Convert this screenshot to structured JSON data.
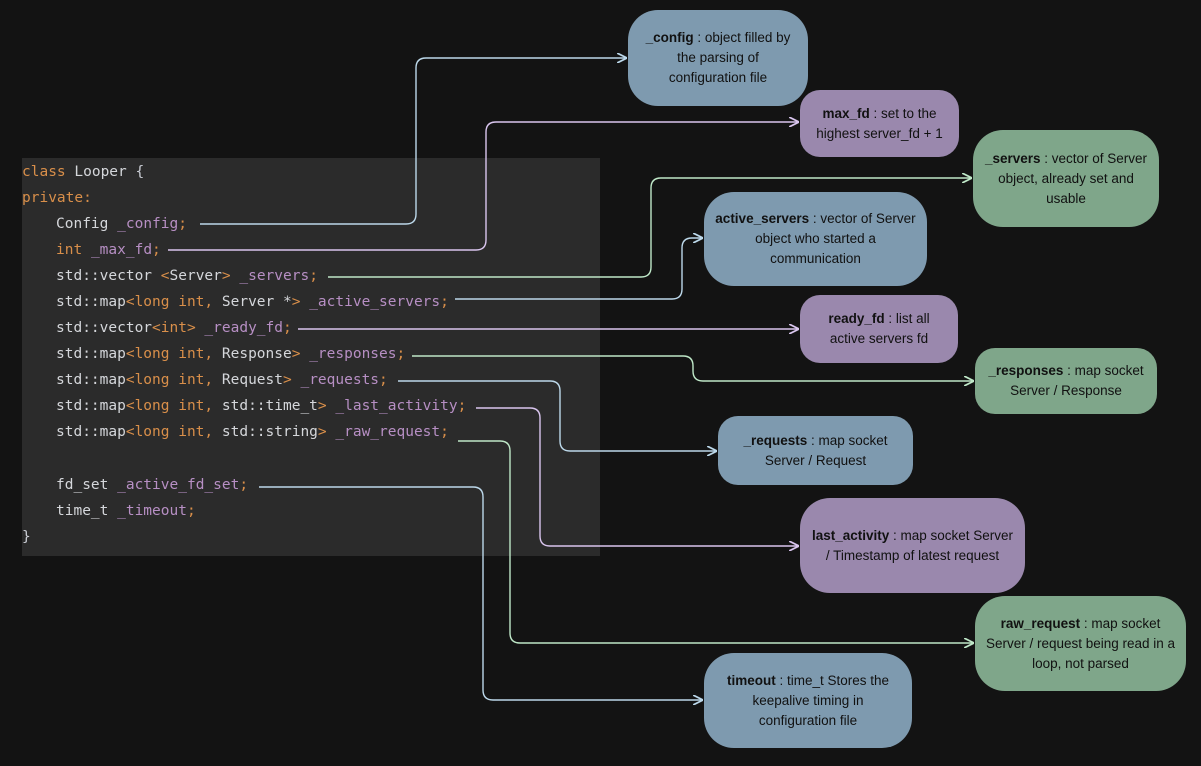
{
  "code": {
    "header_kw": "class",
    "header_name": "Looper",
    "header_brace": "{",
    "private_kw": "private:",
    "close_brace": "}",
    "lines": {
      "config": {
        "type": "Config",
        "name": "_config",
        "end": ";"
      },
      "max_fd": {
        "type": "int",
        "name": "_max_fd",
        "end": ";"
      },
      "servers": {
        "t1": "std::vector ",
        "lt": "<",
        "t2": "Server",
        "gt": ">",
        "name": " _servers",
        "end": ";"
      },
      "active": {
        "t1": "std::map",
        "lt": "<",
        "k": "long int,",
        "t2": " Server *",
        "gt": ">",
        "name": " _active_servers",
        "end": ";"
      },
      "ready": {
        "t1": "std::vector",
        "lt": "<",
        "k": "int",
        "gt": ">",
        "name": " _ready_fd",
        "end": ";"
      },
      "responses": {
        "t1": "std::map",
        "lt": "<",
        "k": "long int,",
        "t2": " Response",
        "gt": ">",
        "name": " _responses",
        "end": ";"
      },
      "requests": {
        "t1": "std::map",
        "lt": "<",
        "k": "long int,",
        "t2": " Request",
        "gt": ">",
        "name": " _requests",
        "end": ";"
      },
      "last": {
        "t1": "std::map",
        "lt": "<",
        "k": "long int,",
        "t2": " std::time_t",
        "gt": ">",
        "name": " _last_activity",
        "end": ";"
      },
      "raw": {
        "t1": "std::map",
        "lt": "<",
        "k": "long int,",
        "t2": " std::string",
        "gt": ">",
        "name": " _raw_request",
        "end": ";"
      },
      "fdset": {
        "type": "fd_set",
        "name": " _active_fd_set",
        "end": ";"
      },
      "timeout": {
        "type": "time_t",
        "name": " _timeout",
        "end": ";"
      }
    }
  },
  "boxes": {
    "config": {
      "title": "_config",
      "text": " : object filled by the parsing of configuration file",
      "color": "#7e9aaf"
    },
    "max_fd": {
      "title": "max_fd",
      "text": " : set to the highest server_fd + 1",
      "color": "#9a88ad"
    },
    "servers": {
      "title": "_servers",
      "text": " : vector of Server object, already set and usable",
      "color": "#7fa68a"
    },
    "active": {
      "title": "active_servers",
      "text": " : vector of Server object who started a communication",
      "color": "#7e9aaf"
    },
    "ready": {
      "title": "ready_fd",
      "text": " : list all active servers fd",
      "color": "#9a88ad"
    },
    "responses": {
      "title": "_responses",
      "text": " : map socket Server / Response",
      "color": "#7fa68a"
    },
    "requests": {
      "title": "_requests",
      "text": " : map socket Server / Request",
      "color": "#7e9aaf"
    },
    "last": {
      "title": "last_activity",
      "text": " : map socket Server / Timestamp of latest request",
      "color": "#9a88ad"
    },
    "raw": {
      "title": "raw_request",
      "text": " : map socket Server / request being read in a loop, not parsed",
      "color": "#7fa68a"
    },
    "timeout": {
      "title": "timeout",
      "text": " : time_t Stores the keepalive timing in configuration file",
      "color": "#7e9aaf"
    }
  }
}
